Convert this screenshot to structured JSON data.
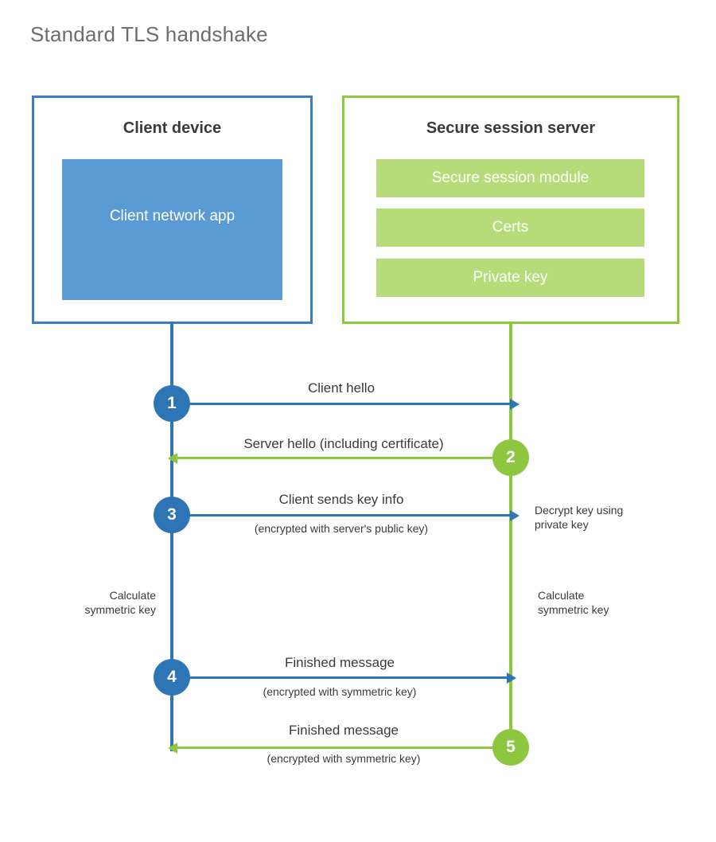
{
  "title": "Standard TLS handshake",
  "colors": {
    "client_border": "#3B7DBF",
    "client_block_fill": "#5B9BD5",
    "server_border": "#8DC63F",
    "server_block_fill": "#B5DC79",
    "client_accent": "#2E75B6",
    "server_accent": "#8DC63F",
    "title_text": "#6d6d6d",
    "body_text": "#3a3a3a"
  },
  "participants": {
    "client": {
      "title": "Client device",
      "blocks": [
        {
          "label": "Client network app"
        }
      ]
    },
    "server": {
      "title": "Secure session server",
      "blocks": [
        {
          "label": "Secure session module"
        },
        {
          "label": "Certs"
        },
        {
          "label": "Private key"
        }
      ]
    }
  },
  "steps": [
    {
      "number": "1",
      "side": "client",
      "direction": "client-to-server",
      "primary": "Client hello",
      "secondary": ""
    },
    {
      "number": "2",
      "side": "server",
      "direction": "server-to-client",
      "primary": "Server hello (including certificate)",
      "secondary": ""
    },
    {
      "number": "3",
      "side": "client",
      "direction": "client-to-server",
      "primary": "Client sends key info",
      "secondary": "(encrypted with server's public key)"
    },
    {
      "number": "4",
      "side": "client",
      "direction": "client-to-server",
      "primary": "Finished message",
      "secondary": "(encrypted with symmetric key)"
    },
    {
      "number": "5",
      "side": "server",
      "direction": "server-to-client",
      "primary": "Finished message",
      "secondary": "(encrypted with symmetric key)"
    }
  ],
  "annotations": {
    "decrypt_key": "Decrypt key using\nprivate key",
    "calculate_symmetric_key_client": "Calculate\nsymmetric key",
    "calculate_symmetric_key_server": "Calculate\nsymmetric key"
  }
}
